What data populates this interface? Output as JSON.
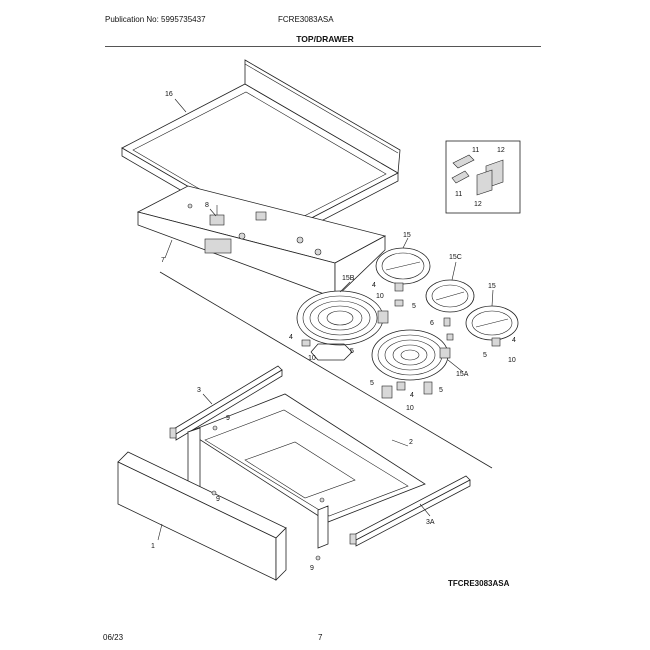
{
  "header": {
    "publication": "Publication No: 5995735437",
    "model": "FCRE3083ASA",
    "section_title": "TOP/DRAWER"
  },
  "footer": {
    "date": "06/23",
    "page": "7"
  },
  "diagram": {
    "model_tag": "TFCRE3083ASA",
    "callouts": [
      "16",
      "8",
      "7",
      "11",
      "12",
      "11",
      "12",
      "15",
      "15C",
      "15B",
      "4",
      "10",
      "5",
      "6",
      "15",
      "4",
      "5",
      "10",
      "4",
      "10",
      "5",
      "5",
      "15A",
      "5",
      "4",
      "10",
      "3",
      "9",
      "2",
      "9",
      "1",
      "3A",
      "9"
    ]
  }
}
